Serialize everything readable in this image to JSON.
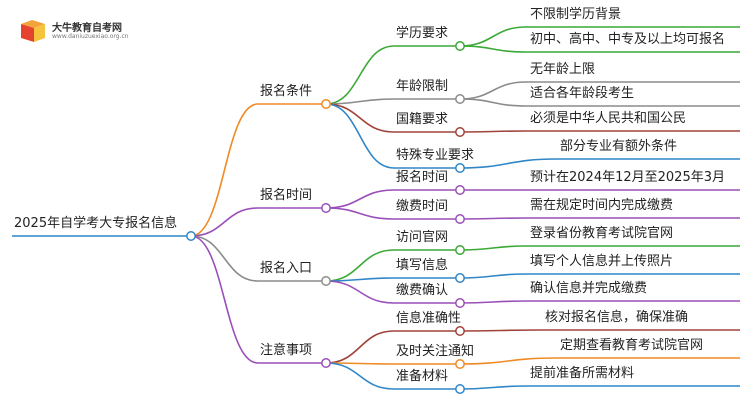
{
  "logo": {
    "title": "大牛教育自考网",
    "url": "www.daniuzuexiao.org.cn"
  },
  "root": {
    "label": "2025年自学考大专报名信息"
  },
  "branches": [
    {
      "label": "报名条件",
      "color": "#f08a24",
      "children": [
        {
          "label": "学历要求",
          "color": "#3aa935",
          "leaves": [
            "不限制学历背景",
            "初中、高中、中专及以上均可报名"
          ]
        },
        {
          "label": "年龄限制",
          "color": "#8b8b8b",
          "leaves": [
            "无年龄上限",
            "适合各年龄段考生"
          ]
        },
        {
          "label": "国籍要求",
          "color": "#a0433a",
          "leaves": [
            "必须是中华人民共和国公民"
          ]
        },
        {
          "label": "特殊专业要求",
          "color": "#2f86c9",
          "leaves": [
            "部分专业有额外条件"
          ]
        }
      ]
    },
    {
      "label": "报名时间",
      "color": "#9a4fb8",
      "children": [
        {
          "label": "报名时间",
          "color": "#9a4fb8",
          "leaves": [
            "预计在2024年12月至2025年3月"
          ]
        },
        {
          "label": "缴费时间",
          "color": "#9a4fb8",
          "leaves": [
            "需在规定时间内完成缴费"
          ]
        }
      ]
    },
    {
      "label": "报名入口",
      "color": "#8b8b8b",
      "children": [
        {
          "label": "访问官网",
          "color": "#3aa935",
          "leaves": [
            "登录省份教育考试院官网"
          ]
        },
        {
          "label": "填写信息",
          "color": "#2f86c9",
          "leaves": [
            "填写个人信息并上传照片"
          ]
        },
        {
          "label": "缴费确认",
          "color": "#9a4fb8",
          "leaves": [
            "确认信息并完成缴费"
          ]
        }
      ]
    },
    {
      "label": "注意事项",
      "color": "#9a4fb8",
      "children": [
        {
          "label": "信息准确性",
          "color": "#a0433a",
          "leaves": [
            "核对报名信息，确保准确"
          ]
        },
        {
          "label": "及时关注通知",
          "color": "#f08a24",
          "leaves": [
            "定期查看教育考试院官网"
          ]
        },
        {
          "label": "准备材料",
          "color": "#2f86c9",
          "leaves": [
            "提前准备所需材料"
          ]
        }
      ]
    }
  ]
}
